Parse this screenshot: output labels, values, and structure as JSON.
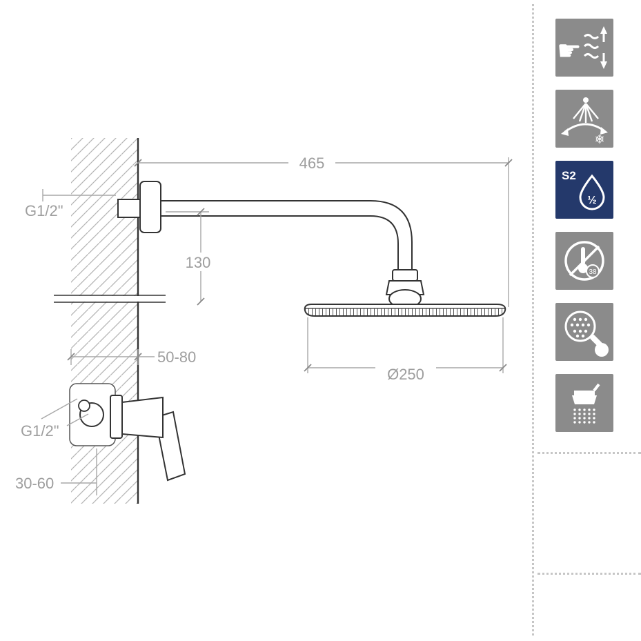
{
  "drawing": {
    "dimensions": {
      "arm_length": "465",
      "arm_height": "130",
      "wall_thickness_range": "50-80",
      "head_diameter": "Ø250",
      "valve_depth_range": "30-60",
      "arm_connection_thread": "G1/2\"",
      "valve_connection_thread": "G1/2\""
    }
  },
  "spec_icons": {
    "tiles": [
      {
        "name": "hand-spray-adjustment"
      },
      {
        "name": "adjustable-spray-angle-anticalc"
      },
      {
        "name": "flow-class",
        "label": "S2",
        "fraction": "½"
      },
      {
        "name": "no-thermostatic-limit",
        "temperature": "38"
      },
      {
        "name": "easy-clean-nozzles"
      },
      {
        "name": "rain-shower-head"
      }
    ]
  },
  "colors": {
    "drawing_line": "#333333",
    "dimension_gray": "#9e9e9e",
    "hatch_gray": "#b5b5b5",
    "tile_gray": "#8b8b8b",
    "tile_blue": "#24396b",
    "dotted_gray": "#c6c6c6"
  }
}
